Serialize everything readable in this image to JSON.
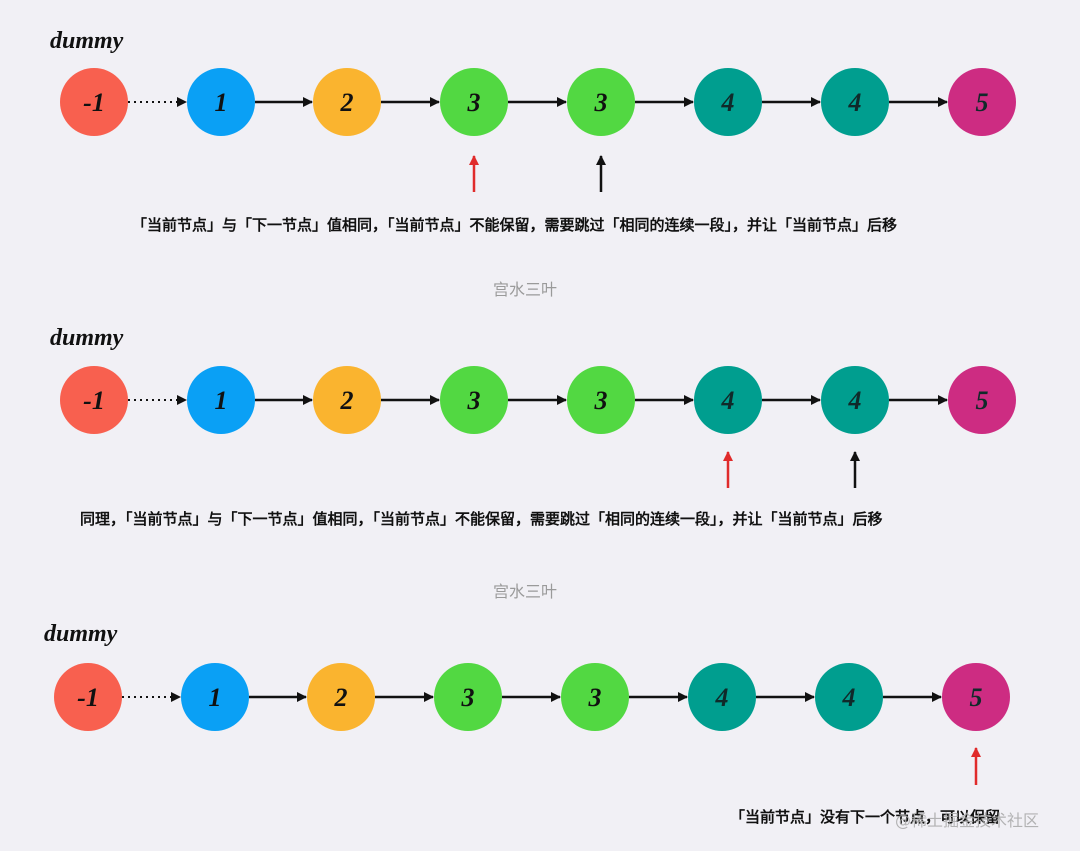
{
  "colors": {
    "background": "#f1f0f5",
    "node_-1": "#f8604f",
    "node_1": "#0aa0f5",
    "node_2": "#fab42f",
    "node_3": "#52d842",
    "node_4": "#009e8f",
    "node_5": "#cd2c82",
    "pointer_current": "#e02b2b",
    "pointer_next": "#111111"
  },
  "watermark": "宫水三叶",
  "corner_watermark": "@稀土掘金技术社区",
  "panels": [
    {
      "dummy_label": "dummy",
      "nodes": [
        "-1",
        "1",
        "2",
        "3",
        "3",
        "4",
        "4",
        "5"
      ],
      "current_pointer_node": 3,
      "next_pointer_node": 4,
      "caption": "「当前节点」与「下一节点」值相同，「当前节点」不能保留，需要跳过「相同的连续一段」，并让「当前节点」后移"
    },
    {
      "dummy_label": "dummy",
      "nodes": [
        "-1",
        "1",
        "2",
        "3",
        "3",
        "4",
        "4",
        "5"
      ],
      "current_pointer_node": 5,
      "next_pointer_node": 6,
      "caption": "同理，「当前节点」与「下一节点」值相同，「当前节点」不能保留，需要跳过「相同的连续一段」，并让「当前节点」后移"
    },
    {
      "dummy_label": "dummy",
      "nodes": [
        "-1",
        "1",
        "2",
        "3",
        "3",
        "4",
        "4",
        "5"
      ],
      "current_pointer_node": 7,
      "next_pointer_node": null,
      "caption": "「当前节点」没有下一个节点，可以保留"
    }
  ]
}
